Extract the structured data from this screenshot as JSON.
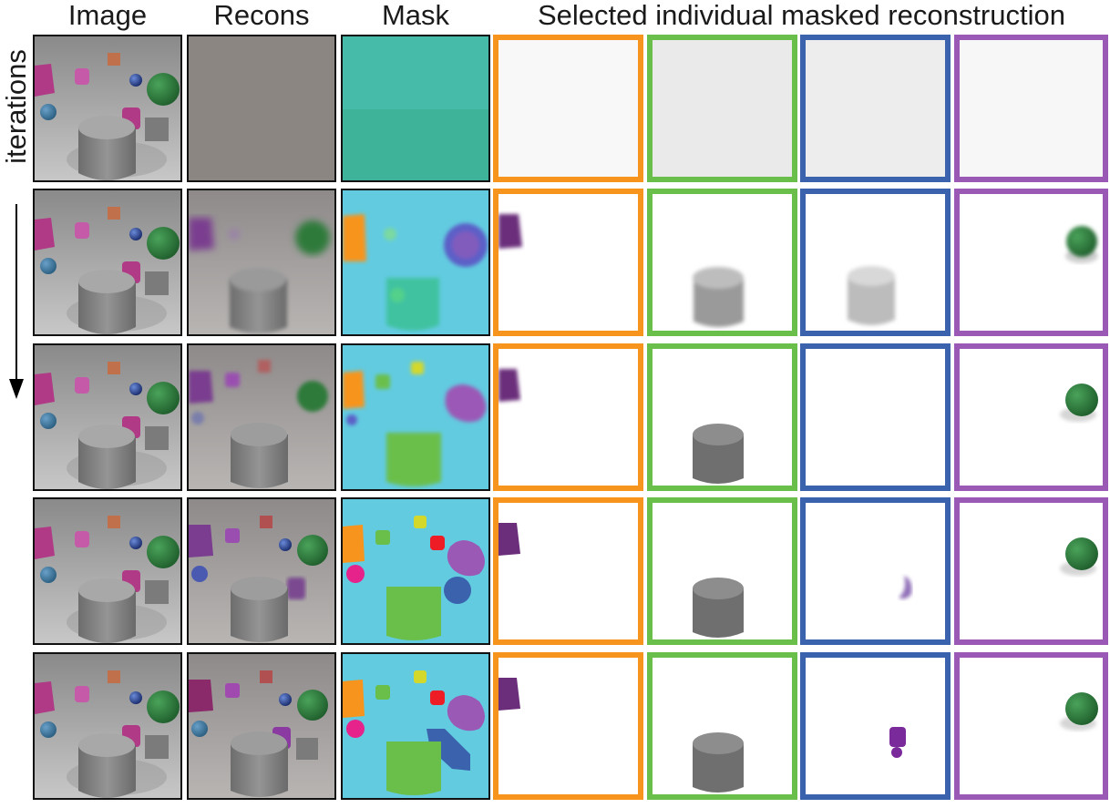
{
  "headers": {
    "image": "Image",
    "recons": "Recons",
    "mask": "Mask",
    "selected": "Selected individual masked reconstruction"
  },
  "side_label": "iterations",
  "colors": {
    "orange": "#f7941d",
    "green": "#6abf4b",
    "blue": "#3b62ad",
    "purple": "#9b59b6",
    "mask_bg": "#62cbe0"
  },
  "rows": [
    {
      "stage": 1
    },
    {
      "stage": 2
    },
    {
      "stage": 3
    },
    {
      "stage": 4
    },
    {
      "stage": 5
    }
  ]
}
